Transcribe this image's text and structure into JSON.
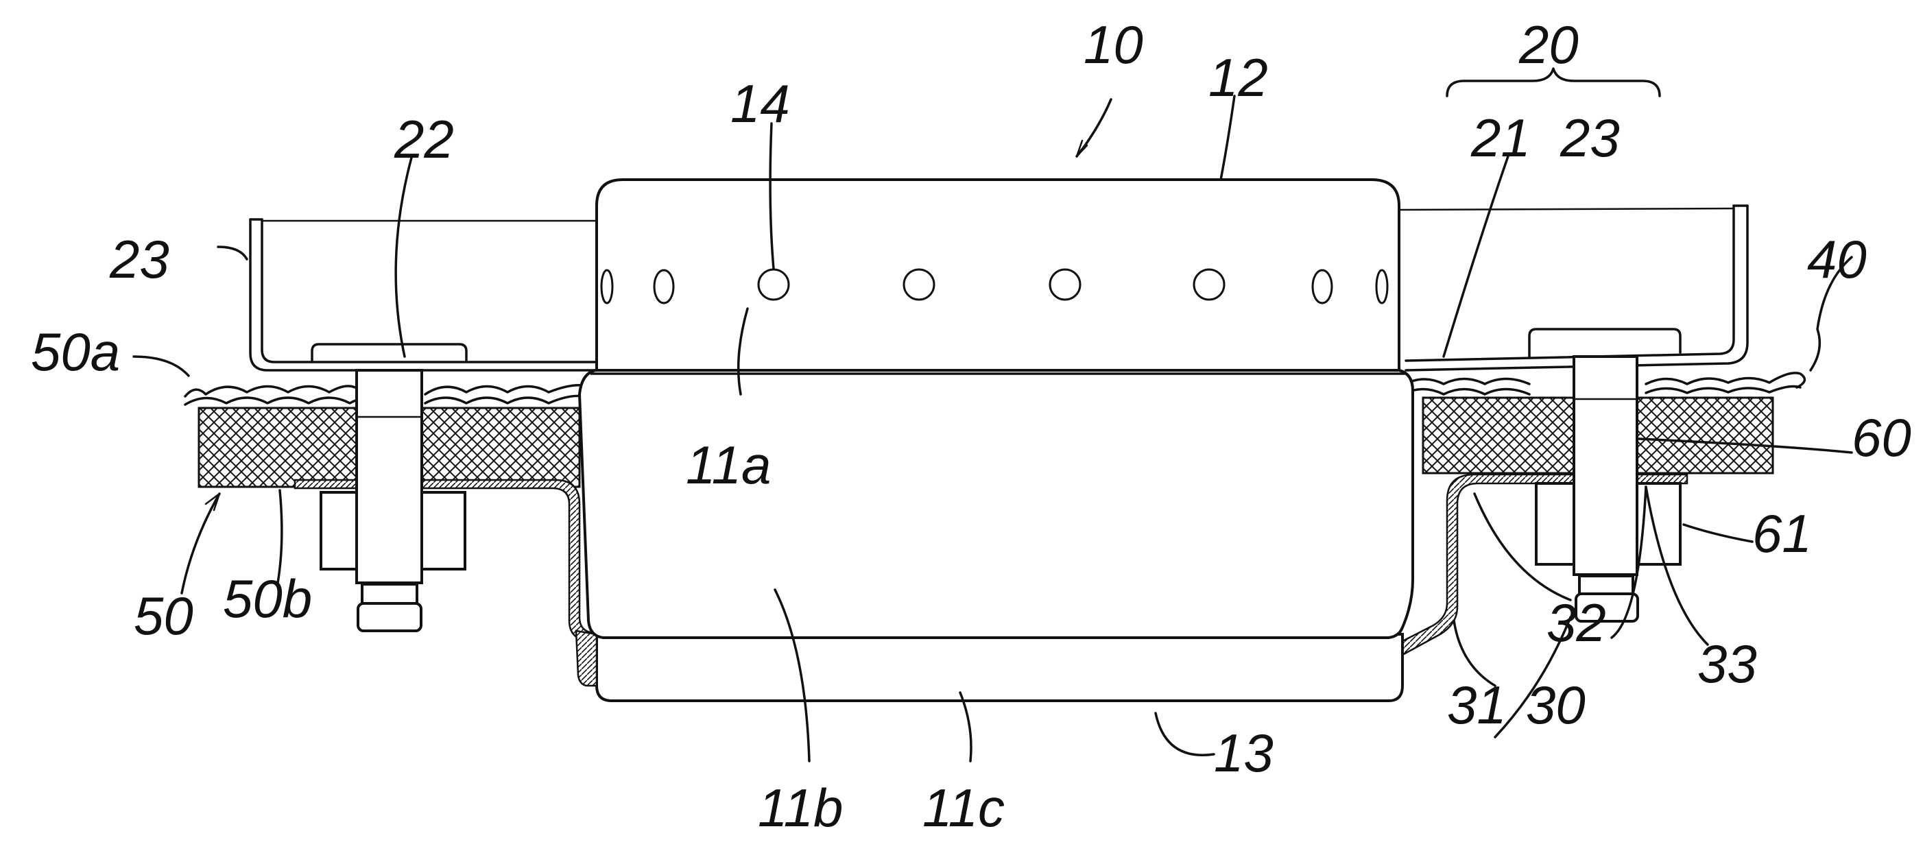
{
  "figure": {
    "labels": {
      "l10": "10",
      "l11a": "11a",
      "l11b": "11b",
      "l11c": "11c",
      "l12": "12",
      "l13": "13",
      "l14": "14",
      "l20": "20",
      "l21": "21",
      "l22": "22",
      "l23_left": "23",
      "l23_right": "23",
      "l30": "30",
      "l31": "31",
      "l32": "32",
      "l33": "33",
      "l40": "40",
      "l50": "50",
      "l50a": "50a",
      "l50b": "50b",
      "l60": "60",
      "l61": "61"
    },
    "colors": {
      "line": "#111111",
      "background": "#ffffff",
      "hatch": "#111111"
    }
  }
}
